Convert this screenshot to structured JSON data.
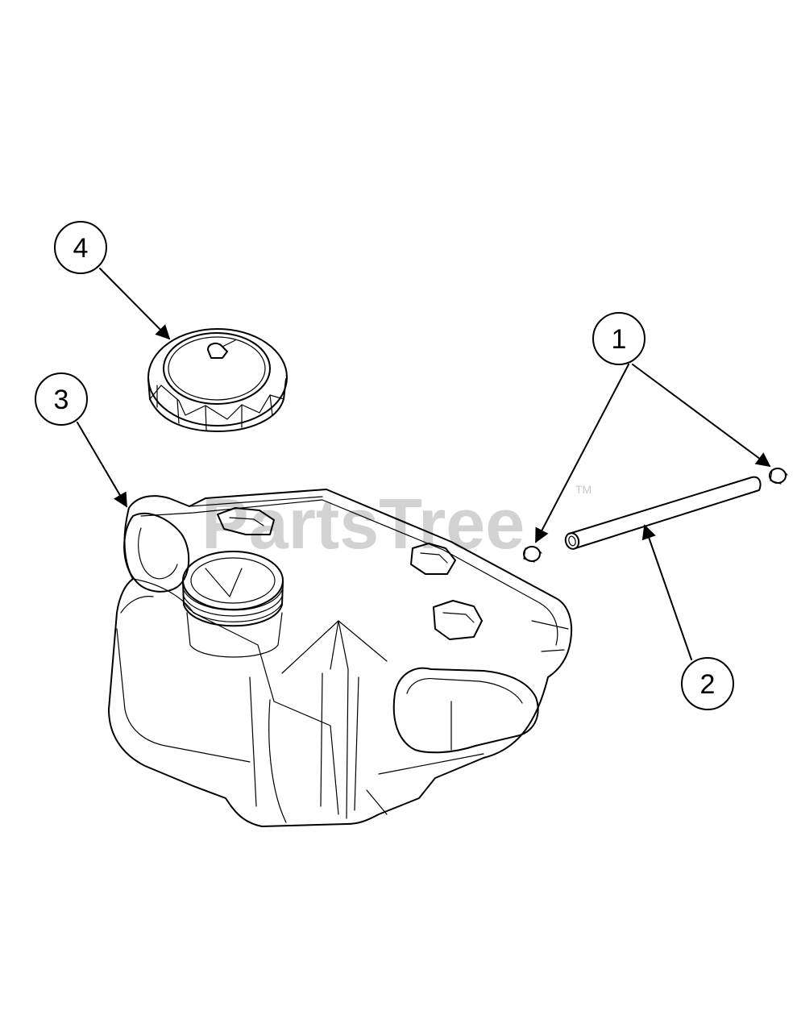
{
  "watermark": {
    "text": "PartsTree",
    "trademark": "TM"
  },
  "callouts": [
    {
      "id": "callout-1",
      "label": "1"
    },
    {
      "id": "callout-2",
      "label": "2"
    },
    {
      "id": "callout-3",
      "label": "3"
    },
    {
      "id": "callout-4",
      "label": "4"
    }
  ]
}
